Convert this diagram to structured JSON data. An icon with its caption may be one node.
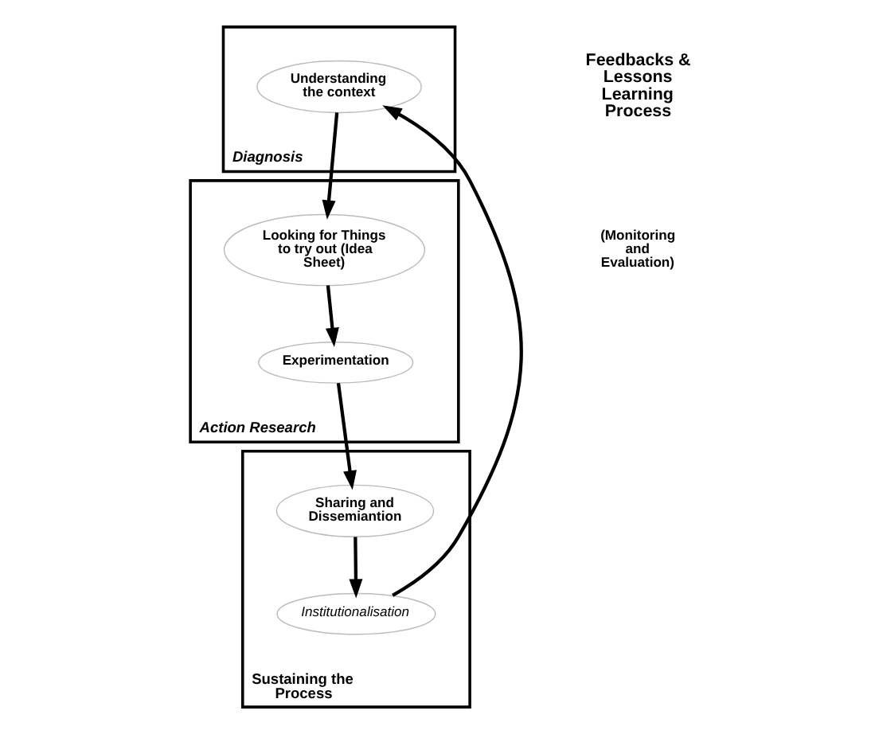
{
  "diagram": {
    "nodes": [
      {
        "text": [
          "Diagnosis"
        ]
      },
      {
        "text": [
          "Understanding the context"
        ],
        "in": 0
      },
      {
        "text": [
          "Action Research"
        ]
      },
      {
        "text": [
          "Looking for Things to try out (Idea Sheet)"
        ],
        "in": 2
      },
      {
        "text": [
          "Experimentation"
        ],
        "in": 2
      },
      {
        "text": [
          "Sustaining the Process"
        ]
      },
      {
        "text": [
          "Sharing and Dissemiantion"
        ],
        "in": 5
      },
      {
        "text": [
          "Institutionalisation"
        ],
        "in": 5
      }
    ],
    "edges": [
      {
        "from": 1,
        "to": 3,
        "arrow": "to"
      },
      {
        "from": 3,
        "to": 4,
        "arrow": "to"
      },
      {
        "from": 4,
        "to": 6,
        "arrow": "to"
      },
      {
        "from": 6,
        "to": 7,
        "arrow": "to"
      },
      {
        "from": 7,
        "to": 1,
        "arrow": "to"
      }
    ],
    "labels": [
      "Feedbacks & Lessons Learning Process",
      "(Monitoring and Evaluation)"
    ]
  }
}
